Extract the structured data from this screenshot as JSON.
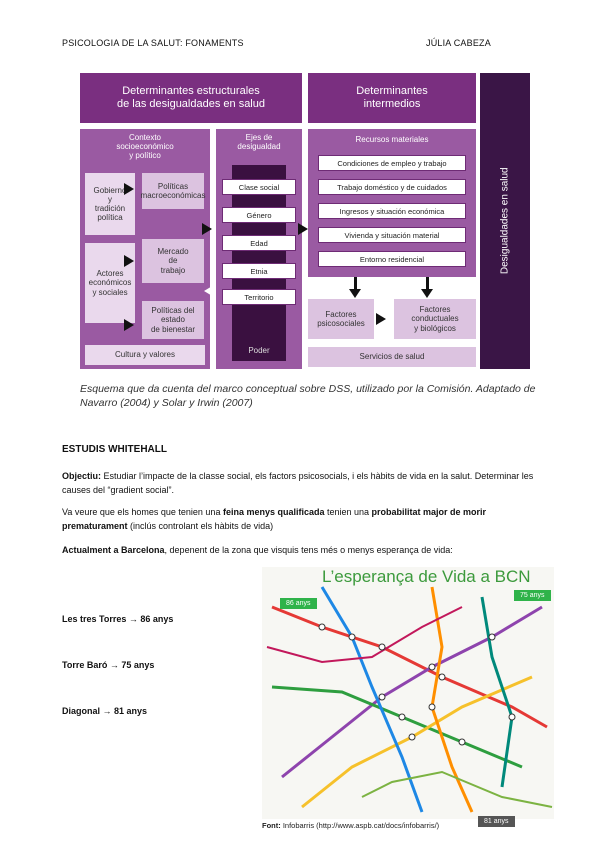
{
  "header": {
    "left": "PSICOLOGIA DE LA SALUT: FONAMENTS",
    "right": "JÚLIA CABEZA"
  },
  "diagram": {
    "structural_title": "Determinantes estructurales\nde las desigualdades en salud",
    "intermediate_title": "Determinantes\nintermedios",
    "inequalities": "Desigualdades en salud",
    "context_title": "Contexto\nsocioeconómico\ny político",
    "gov": "Gobierno\ny\ntradición\npolítica",
    "actors": "Actores\neconómicos\ny sociales",
    "macro": "Políticas\nmacroeconómicas",
    "market": "Mercado\nde\ntrabajo",
    "welfare": "Políticas del\nestado\nde bienestar",
    "culture": "Cultura y valores",
    "axes_title": "Ejes de\ndesigualdad",
    "axes": [
      "Clase social",
      "Género",
      "Edad",
      "Etnia",
      "Territorio"
    ],
    "power": "Poder",
    "resources_title": "Recursos materiales",
    "resources": [
      "Condiciones de empleo y trabajo",
      "Trabajo doméstico y de cuidados",
      "Ingresos y situación económica",
      "Vivienda y situación material",
      "Entorno residencial"
    ],
    "psycho": "Factores\npsicosociales",
    "behav": "Factores\nconductuales\ny biológicos",
    "services": "Servicios de salud"
  },
  "caption": "Esquema que da cuenta del marco conceptual sobre DSS, utilizado por la Comisión. Adaptado de Navarro (2004) y Solar y Irwin (2007)",
  "section_title": "ESTUDIS WHITEHALL",
  "objective_label": "Objectiu:",
  "objective_text": " Estudiar l’impacte de la classe social, els factors psicosocials, i els hàbits de vida en la salut. Determinar les causes del “gradient social”.",
  "p2_a": "Va veure que els homes que tenien una ",
  "p2_b": "feina menys qualificada",
  "p2_c": " tenien una ",
  "p2_d": "probabilitat major de morir prematurament",
  "p2_e": " (inclús controlant els hàbits de vida)",
  "p3_a": "Actualment a Barcelona",
  "p3_b": ", depenent de la zona que visquis tens més o menys esperança de vida:",
  "list": [
    "Les tres Torres → 86 anys",
    "Torre Baró → 75 anys",
    "Diagonal → 81 anys"
  ],
  "map": {
    "title": "L’esperança de Vida a BCN",
    "tag_86": "86 anys",
    "tag_75": "75 anys",
    "tag_81": "81 anys"
  },
  "source_label": "Font:",
  "source_text": " Infobarris (http://www.aspb.cat/docs/infobarris/)",
  "colors": {
    "purple_dark": "#7a2f80",
    "purple_mid": "#9a5aa2",
    "purple_light": "#dcc3e0",
    "map_green": "#3c9a3c",
    "tag_green": "#2fb34a",
    "tag_gray": "#555555"
  }
}
